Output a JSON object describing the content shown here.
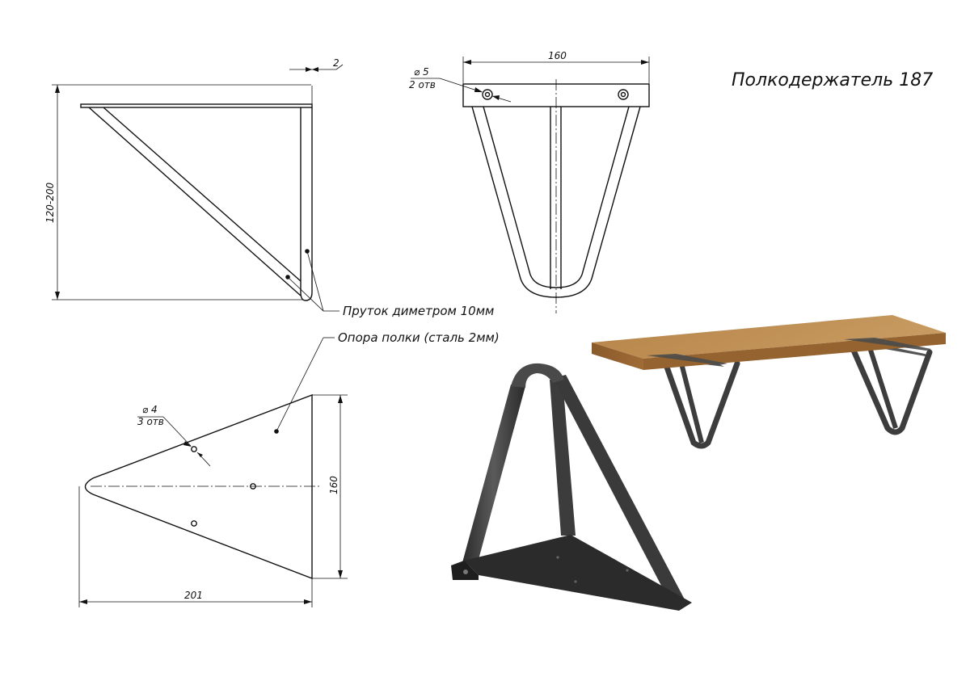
{
  "title": "Полкодержатель 187",
  "side_view": {
    "thickness_dim": "2",
    "height_dim": "120-200"
  },
  "front_view": {
    "width_dim": "160",
    "hole_dia": "⌀ 5",
    "hole_count": "2 отв"
  },
  "top_view": {
    "hole_dia": "⌀ 4",
    "hole_count": "3 отв",
    "width_dim": "160",
    "length_dim": "201"
  },
  "callouts": {
    "rod": "Пруток диметром 10мм",
    "plate": "Опора полки (сталь 2мм)"
  },
  "colors": {
    "line": "#111111",
    "wood": "#a8743d",
    "metal": "#3a3a3a"
  }
}
